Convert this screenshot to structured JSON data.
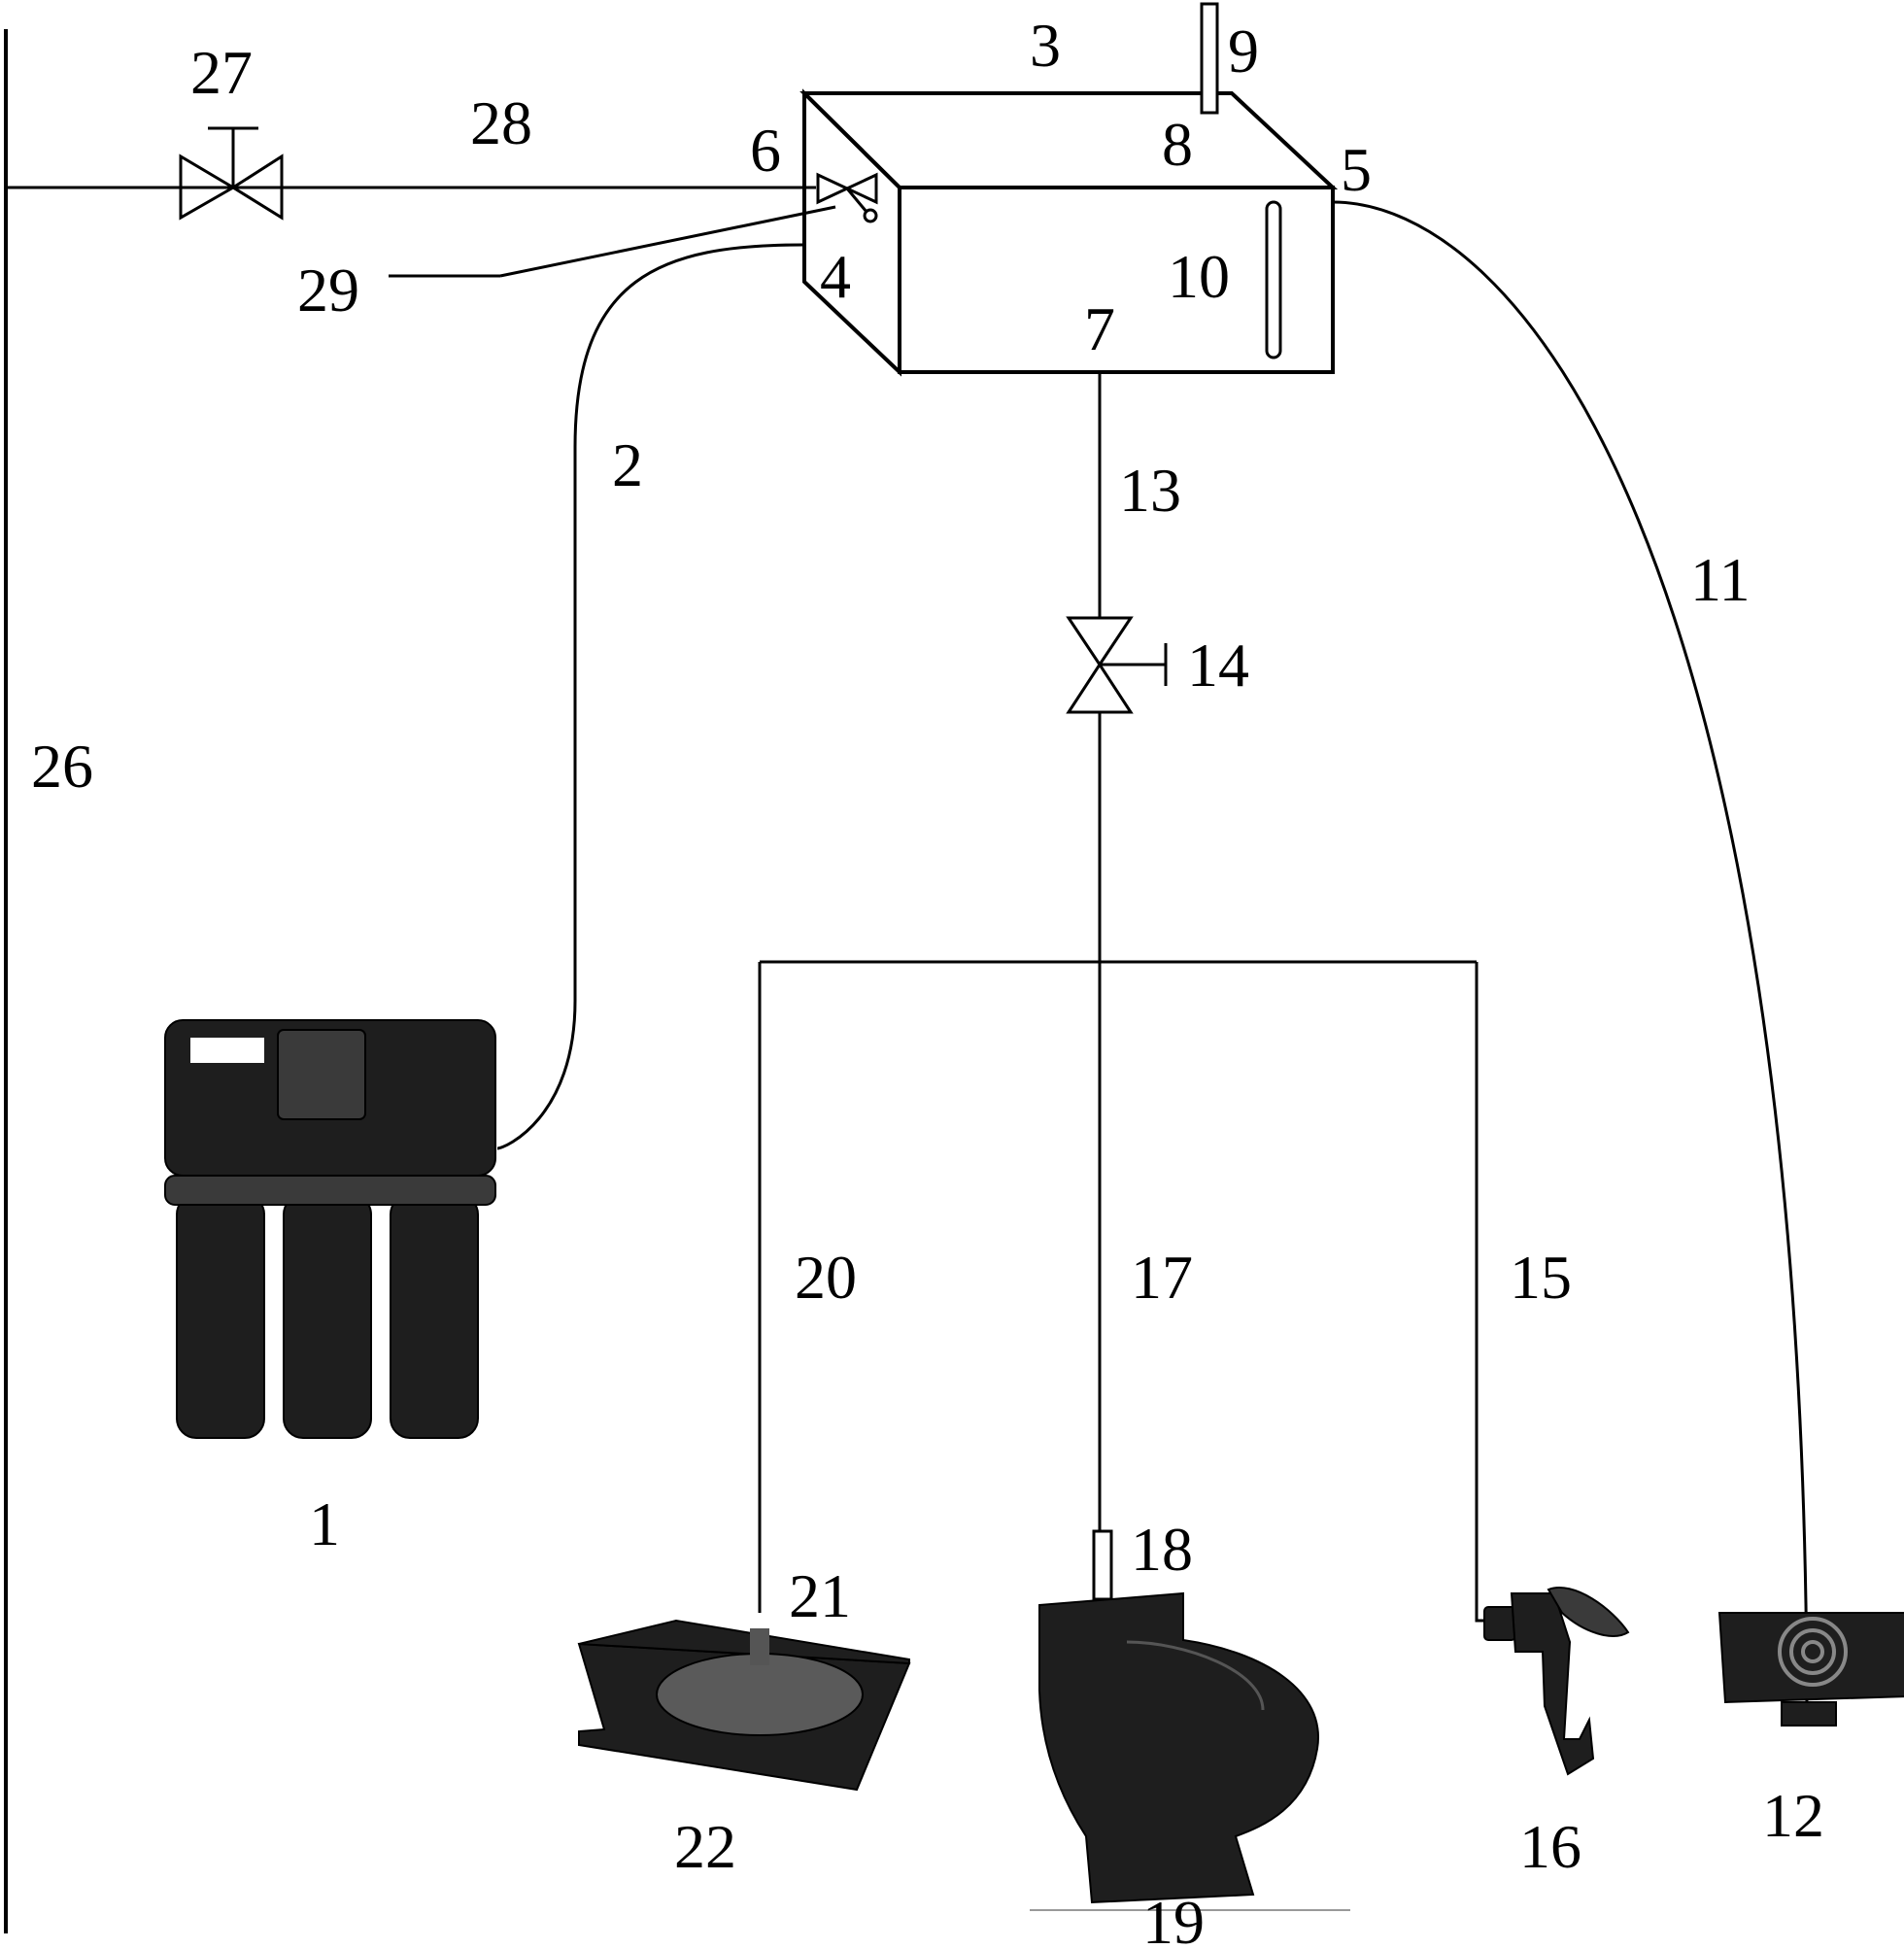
{
  "labels": {
    "l1": "1",
    "l2": "2",
    "l3": "3",
    "l4": "4",
    "l5": "5",
    "l6": "6",
    "l7": "7",
    "l8": "8",
    "l9": "9",
    "l10": "10",
    "l11": "11",
    "l12": "12",
    "l13": "13",
    "l14": "14",
    "l15": "15",
    "l16": "16",
    "l17": "17",
    "l18": "18",
    "l19": "19",
    "l20": "20",
    "l21": "21",
    "l22": "22",
    "l26": "26",
    "l27": "27",
    "l28": "28",
    "l29": "29"
  },
  "colors": {
    "line": "#000000",
    "device": "#1e1e1e",
    "background": "#ffffff"
  }
}
